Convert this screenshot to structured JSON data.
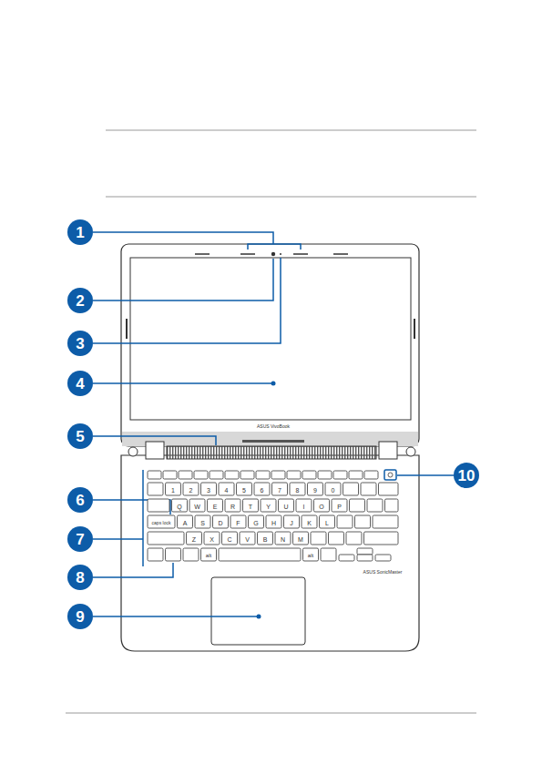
{
  "diagram": {
    "nodes": [
      {
        "text": [
          "1"
        ]
      },
      {
        "text": [
          "2"
        ]
      },
      {
        "text": [
          "3"
        ]
      },
      {
        "text": [
          "4"
        ]
      },
      {
        "text": [
          "5"
        ]
      },
      {
        "text": [
          "6"
        ]
      },
      {
        "text": [
          "7"
        ]
      },
      {
        "text": [
          "8"
        ]
      },
      {
        "text": [
          "9"
        ]
      },
      {
        "text": [
          "10"
        ]
      }
    ],
    "labels": [
      "ASUS VivoBook",
      "ASUS SonicMaster",
      "1",
      "2",
      "3",
      "4",
      "5",
      "6",
      "7",
      "8",
      "9",
      "0",
      "Q",
      "W",
      "E",
      "R",
      "T",
      "Y",
      "U",
      "I",
      "O",
      "P",
      "A",
      "S",
      "D",
      "F",
      "G",
      "H",
      "J",
      "K",
      "L",
      "Z",
      "X",
      "C",
      "V",
      "B",
      "N",
      "M",
      "caps lock",
      "alt",
      "alt"
    ]
  }
}
